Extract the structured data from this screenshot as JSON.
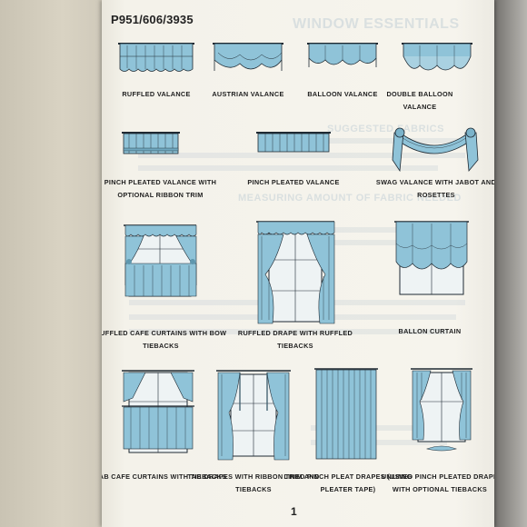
{
  "pattern_code": "P951/606/3935",
  "page_number": "1",
  "background_text": {
    "heading": "WINDOW ESSENTIALS",
    "fabrics": "SUGGESTED FABRICS",
    "measure": "MEASURING AMOUNT OF FABRIC NEEDED"
  },
  "colors": {
    "fabric": "#8fc3d8",
    "ink": "#1f2a33",
    "page": "#f5f3ec"
  },
  "styles": [
    {
      "label": "RUFFLED VALANCE",
      "icon": "ruffled-valance-icon"
    },
    {
      "label": "AUSTRIAN VALANCE",
      "icon": "austrian-valance-icon"
    },
    {
      "label": "BALLOON VALANCE",
      "icon": "balloon-valance-icon"
    },
    {
      "label": "DOUBLE BALLOON VALANCE",
      "icon": "double-balloon-valance-icon"
    },
    {
      "label": "PINCH PLEATED VALANCE WITH OPTIONAL RIBBON TRIM",
      "icon": "pinch-pleated-valance-ribbon-icon"
    },
    {
      "label": "PINCH PLEATED VALANCE",
      "icon": "pinch-pleated-valance-icon"
    },
    {
      "label": "SWAG VALANCE WITH JABOT AND ROSETTES",
      "icon": "swag-valance-icon"
    },
    {
      "label": "RUFFLED CAFE CURTAINS WITH BOW TIEBACKS",
      "icon": "ruffled-cafe-curtains-icon"
    },
    {
      "label": "RUFFLED DRAPE WITH RUFFLED TIEBACKS",
      "icon": "ruffled-drape-icon"
    },
    {
      "label": "BALLON CURTAIN",
      "icon": "balloon-curtain-icon"
    },
    {
      "label": "TAB CAFE CURTAINS WITH TIEBACKS",
      "icon": "tab-cafe-curtains-icon"
    },
    {
      "label": "TAB DRAPES WITH RIBBON TRIM AND TIEBACKS",
      "icon": "tab-drapes-icon"
    },
    {
      "label": "LINED PINCH PLEAT DRAPES (USING PLEATER TAPE)",
      "icon": "lined-pinch-pleat-drapes-icon"
    },
    {
      "label": "UNLINED PINCH PLEATED DRAPE WITH OPTIONAL TIEBACKS",
      "icon": "unlined-pinch-pleated-drape-icon"
    }
  ]
}
